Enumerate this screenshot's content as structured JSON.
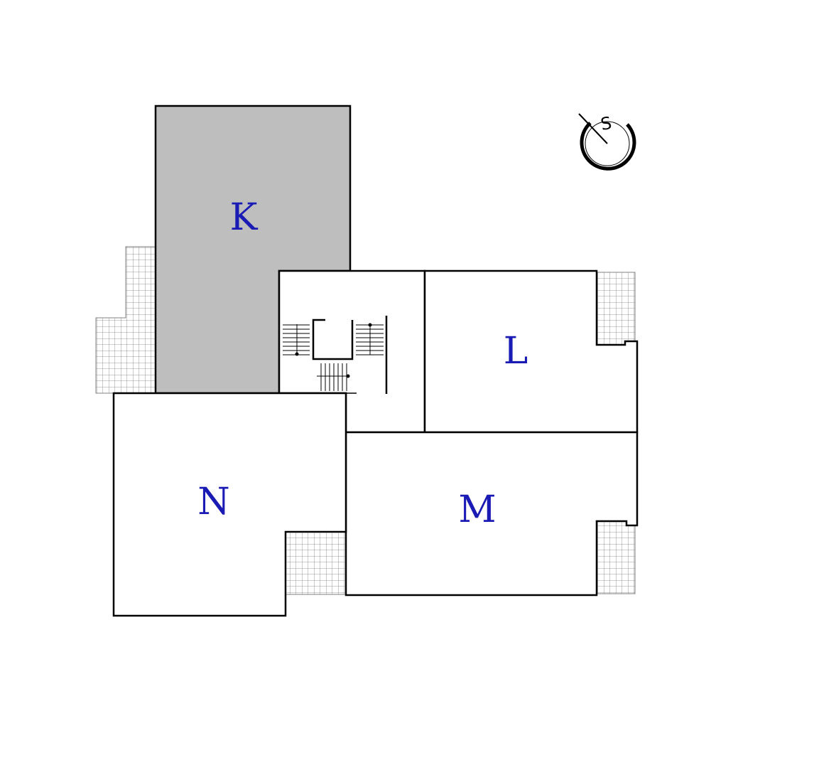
{
  "rooms": {
    "k": {
      "label": "K",
      "fill": "#bebebe"
    },
    "l": {
      "label": "L"
    },
    "m": {
      "label": "M"
    },
    "n": {
      "label": "N"
    }
  },
  "compass": {
    "letter": "S"
  },
  "colors": {
    "label": "#1a1ab4",
    "wall": "#000000",
    "balcony_grid": "#808080",
    "background": "#ffffff"
  }
}
